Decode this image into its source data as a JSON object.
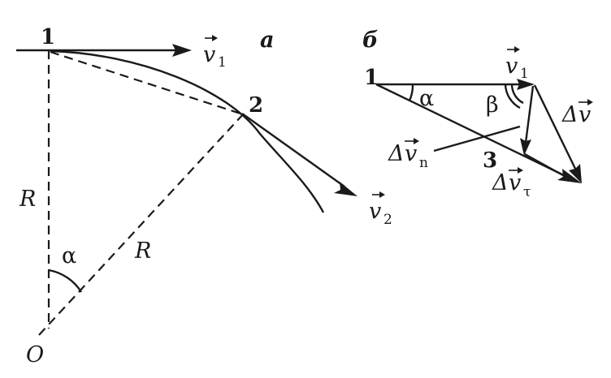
{
  "panel_a": {
    "panel_label": "а",
    "point_1": "1",
    "point_2": "2",
    "center": "O",
    "radius_left": "R",
    "radius_right": "R",
    "angle": "α",
    "v1_symbol": "v",
    "v1_subscript": "1",
    "v2_symbol": "v",
    "v2_subscript": "2"
  },
  "panel_b": {
    "panel_label": "б",
    "point_1": "1",
    "point_3": "3",
    "angle_alpha": "α",
    "angle_beta": "β",
    "v1_symbol": "v",
    "v1_subscript": "1",
    "dv_prefix": "Δ",
    "dv_symbol": "v",
    "dvn_prefix": "Δ",
    "dvn_symbol": "v",
    "dvn_subscript": "n",
    "dvt_prefix": "Δ",
    "dvt_symbol": "v",
    "dvt_subscript": "τ"
  }
}
